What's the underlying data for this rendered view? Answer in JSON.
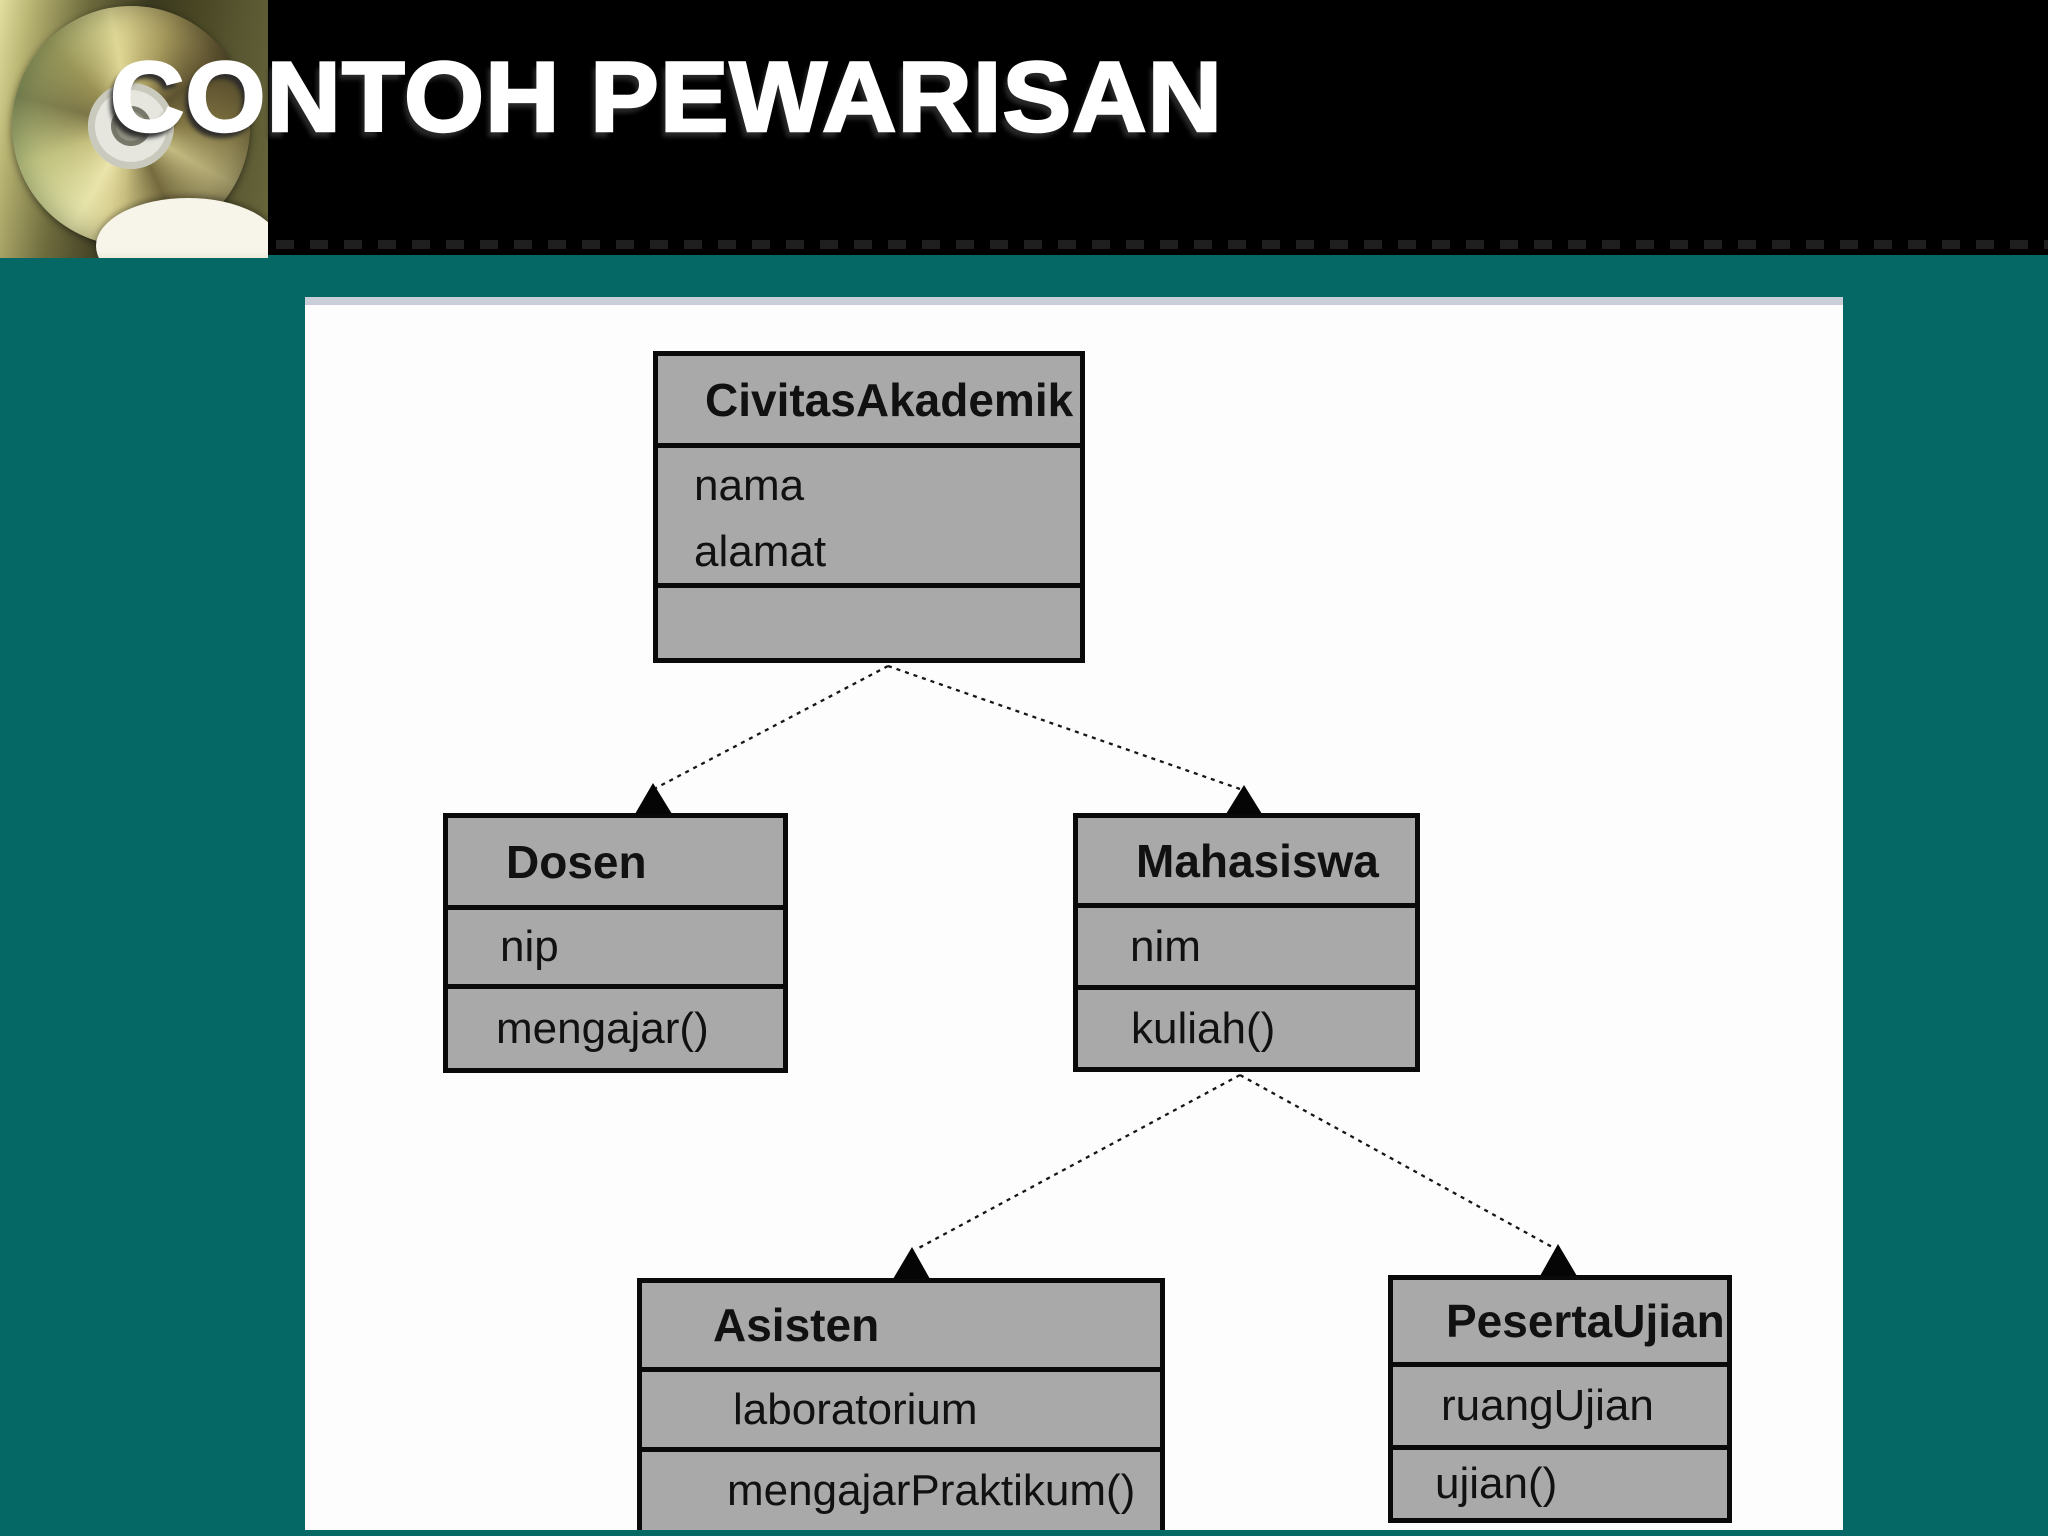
{
  "header": {
    "title": "CONTOH PEWARISAN",
    "logo": "cd-photo"
  },
  "diagram": {
    "classes": [
      {
        "name": "CivitasAkademik",
        "attributes": [
          "nama",
          "alamat"
        ],
        "methods": []
      },
      {
        "name": "Dosen",
        "attributes": [
          "nip"
        ],
        "methods": [
          "mengajar()"
        ]
      },
      {
        "name": "Mahasiswa",
        "attributes": [
          "nim"
        ],
        "methods": [
          "kuliah()"
        ]
      },
      {
        "name": "Asisten",
        "attributes": [
          "laboratorium"
        ],
        "methods": [
          "mengajarPraktikum()"
        ]
      },
      {
        "name": "PesertaUjian",
        "attributes": [
          "ruangUjian"
        ],
        "methods": [
          "ujian()"
        ]
      }
    ],
    "relations": [
      {
        "parent": "CivitasAkademik",
        "child": "Dosen",
        "type": "inheritance"
      },
      {
        "parent": "CivitasAkademik",
        "child": "Mahasiswa",
        "type": "inheritance"
      },
      {
        "parent": "Mahasiswa",
        "child": "Asisten",
        "type": "inheritance"
      },
      {
        "parent": "Mahasiswa",
        "child": "PesertaUjian",
        "type": "inheritance"
      }
    ]
  },
  "colors": {
    "background_teal": "#056864",
    "header_black": "#000000",
    "box_fill": "#a9a9a9",
    "box_border": "#0a0a0a",
    "title_text": "#ffffff",
    "content_white": "#fdfdfe",
    "content_top_strip": "#c9ced8"
  }
}
